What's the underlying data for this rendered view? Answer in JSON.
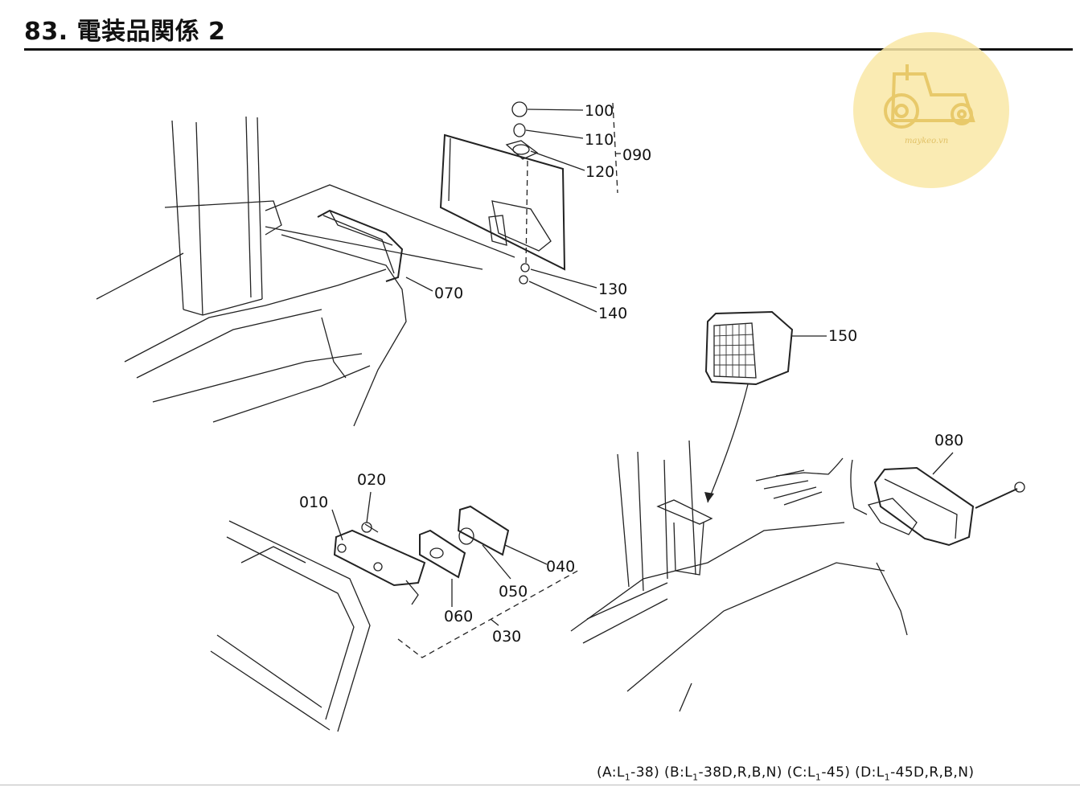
{
  "header": {
    "title": "83. 電装品関係 2"
  },
  "watermark": {
    "text": "maykeo.vn",
    "color": "#f9e7a6",
    "icon": "tractor-icon"
  },
  "parts": {
    "p010": "010",
    "p020": "020",
    "p030": "030",
    "p040": "040",
    "p050": "050",
    "p060": "060",
    "p070": "070",
    "p080": "080",
    "p090": "090",
    "p100": "100",
    "p110": "110",
    "p120": "120",
    "p130": "130",
    "p140": "140",
    "p150": "150"
  },
  "footer": {
    "models": [
      {
        "open": "(A:L",
        "sub": "1",
        "rest": "-38)"
      },
      {
        "open": "(B:L",
        "sub": "1",
        "rest": "-38D,R,B,N)"
      },
      {
        "open": "(C:L",
        "sub": "1",
        "rest": "-45)"
      },
      {
        "open": "(D:L",
        "sub": "1",
        "rest": "-45D,R,B,N)"
      }
    ]
  }
}
